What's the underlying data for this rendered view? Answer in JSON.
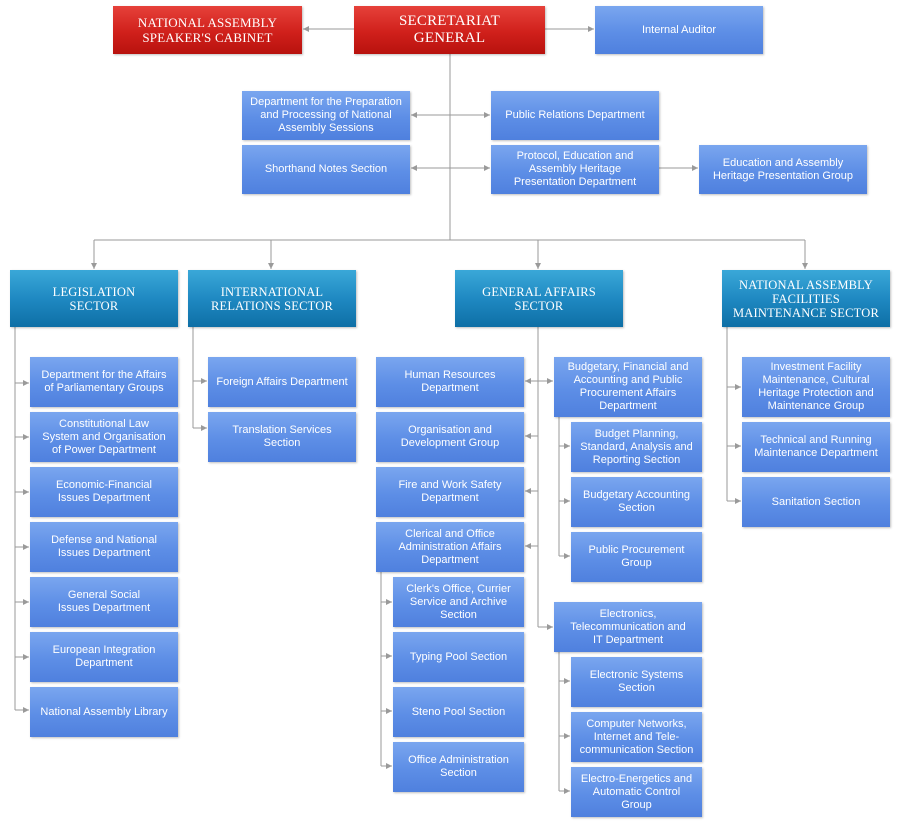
{
  "top": {
    "speakers_cabinet": "NATIONAL ASSEMBLY\nSPEAKER'S CABINET",
    "secretariat_general": "SECRETARIAT\nGENERAL",
    "internal_auditor": "Internal Auditor"
  },
  "staff": {
    "sessions_dept": "Department for the Preparation\nand Processing of National\nAssembly Sessions",
    "public_relations": "Public Relations Department",
    "shorthand_notes": "Shorthand Notes Section",
    "protocol_dept": "Protocol, Education and\nAssembly Heritage\nPresentation Department",
    "education_group": "Education and Assembly\nHeritage Presentation Group"
  },
  "sectors": {
    "legislation": "LEGISLATION\nSECTOR",
    "international": "INTERNATIONAL\nRELATIONS SECTOR",
    "general_affairs": "GENERAL AFFAIRS\nSECTOR",
    "facilities": "NATIONAL ASSEMBLY\nFACILITIES\nMAINTENANCE SECTOR"
  },
  "legislation_units": [
    "Department for the Affairs\nof Parliamentary Groups",
    "Constitutional Law\nSystem and Organisation\nof Power Department",
    "Economic-Financial\nIssues Department",
    "Defense and National\nIssues Department",
    "General Social\nIssues Department",
    "European Integration\nDepartment",
    "National Assembly Library"
  ],
  "international_units": [
    "Foreign Affairs Department",
    "Translation Services\nSection"
  ],
  "general_affairs_left": [
    "Human Resources\nDepartment",
    "Organisation and\nDevelopment Group",
    "Fire and Work Safety\nDepartment",
    "Clerical and Office\nAdministration Affairs\nDepartment"
  ],
  "clerical_units": [
    "Clerk's Office, Currier\nService and Archive\nSection",
    "Typing Pool Section",
    "Steno Pool Section",
    "Office Administration\nSection"
  ],
  "budget_dept": "Budgetary, Financial and\nAccounting and Public\nProcurement Affairs\nDepartment",
  "budget_units": [
    "Budget Planning,\nStandard, Analysis and\nReporting Section",
    "Budgetary Accounting\nSection",
    "Public Procurement\nGroup"
  ],
  "it_dept": "Electronics,\nTelecommunication and\nIT Department",
  "it_units": [
    "Electronic Systems\nSection",
    "Computer Networks,\nInternet and Tele-\ncommunication Section",
    "Electro-Energetics and\nAutomatic Control Group"
  ],
  "facilities_units": [
    "Investment Facility\nMaintenance, Cultural\nHeritage Protection and\nMaintenance Group",
    "Technical and Running\nMaintenance Department",
    "Sanitation Section"
  ],
  "colors": {
    "red_box": "#d0201b",
    "blue_box": "#5d8ee6",
    "sector_box": "#1f89c2",
    "connector": "#9a9a9a"
  }
}
